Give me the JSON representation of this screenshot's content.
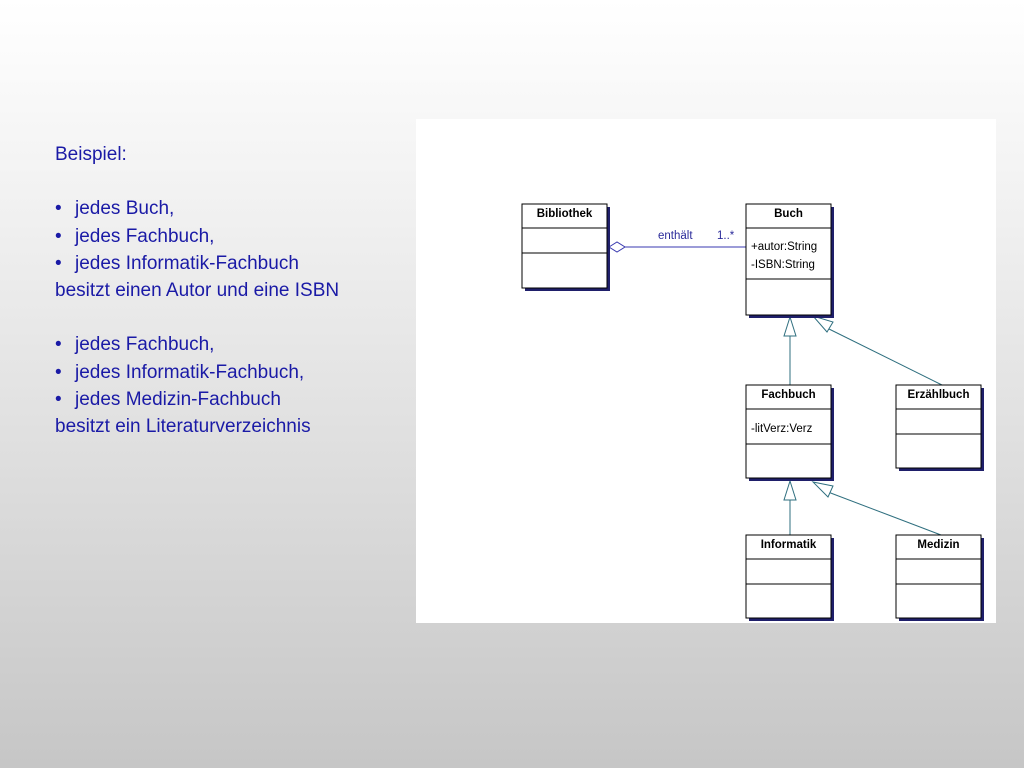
{
  "text": {
    "heading": "Beispiel:",
    "bullet_char": "•",
    "group1": {
      "bullets": [
        "jedes Buch,",
        "jedes Fachbuch,",
        "jedes Informatik-Fachbuch"
      ],
      "conclusion": "besitzt einen Autor und eine ISBN"
    },
    "group2": {
      "bullets": [
        "jedes Fachbuch,",
        "jedes Informatik-Fachbuch,",
        "jedes Medizin-Fachbuch"
      ],
      "conclusion": "besitzt ein Literaturverzeichnis"
    }
  },
  "diagram": {
    "classes": {
      "bibliothek": {
        "name": "Bibliothek",
        "attributes": []
      },
      "buch": {
        "name": "Buch",
        "attributes": [
          "+autor:String",
          "-ISBN:String"
        ]
      },
      "fachbuch": {
        "name": "Fachbuch",
        "attributes": [
          "-litVerz:Verz"
        ]
      },
      "erzaehlbuch": {
        "name": "Erzählbuch",
        "attributes": []
      },
      "informatik": {
        "name": "Informatik",
        "attributes": []
      },
      "medizin": {
        "name": "Medizin",
        "attributes": []
      }
    },
    "association": {
      "label": "enthält",
      "multiplicity": "1..*"
    }
  },
  "colors": {
    "text": "#1a1aa6",
    "association_line": "#3a3ab0",
    "generalization_line": "#2f6f7f"
  }
}
